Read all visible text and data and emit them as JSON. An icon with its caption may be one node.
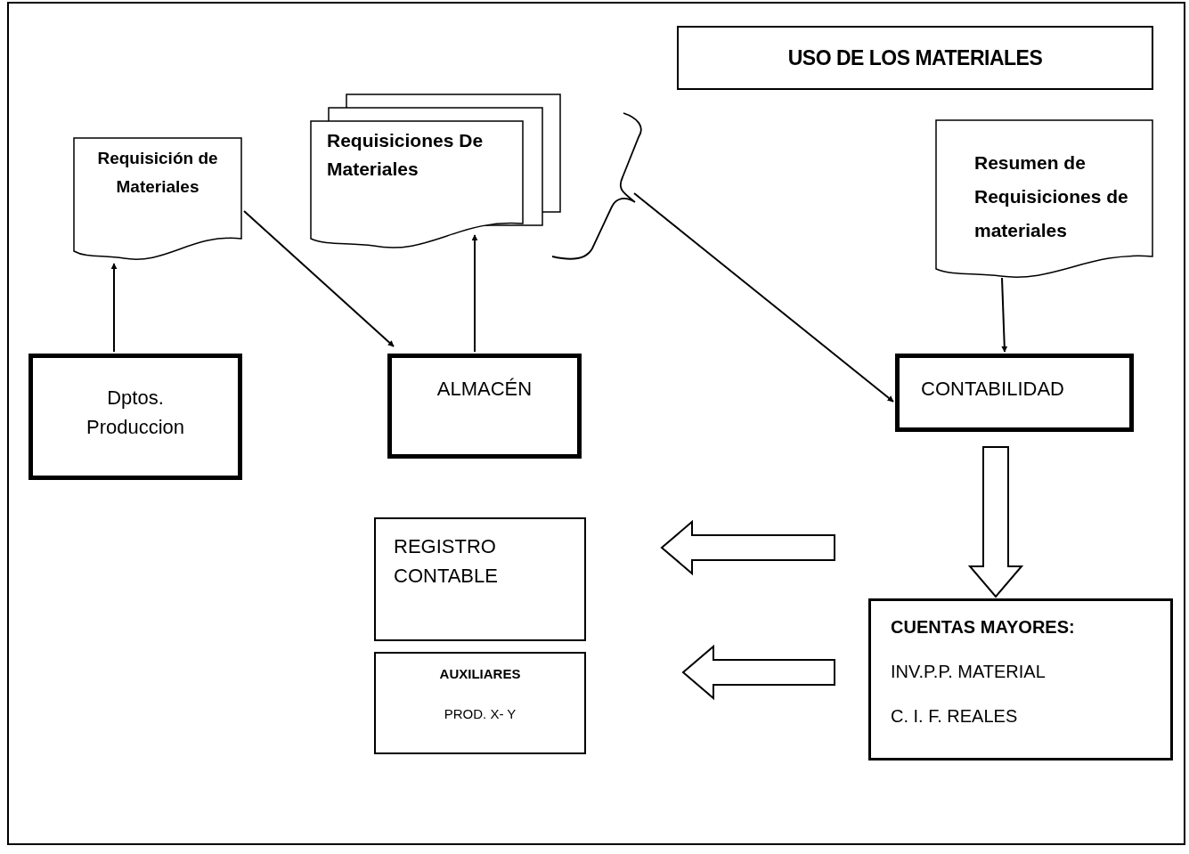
{
  "diagram": {
    "title": "USO DE LOS MATERIALES",
    "nodes": [
      {
        "text": [
          "Requisición de Materiales"
        ]
      },
      {
        "text": [
          "Requisiciones De Materiales"
        ]
      },
      {
        "text": [
          "Resumen de Requisiciones de materiales"
        ]
      },
      {
        "text": [
          "Dptos. Produccion"
        ]
      },
      {
        "text": [
          "ALMACÉN"
        ]
      },
      {
        "text": [
          "CONTABILIDAD"
        ]
      },
      {
        "text": [
          "REGISTRO CONTABLE"
        ]
      },
      {
        "text": [
          "AUXILIARES",
          "PROD. X- Y"
        ]
      },
      {
        "text": [
          "CUENTAS MAYORES:",
          "INV.P.P. MATERIAL",
          "C. I. F. REALES"
        ]
      }
    ],
    "edges": [
      {
        "from": 3,
        "to": 0,
        "arrow": "to"
      },
      {
        "from": 0,
        "to": 4,
        "arrow": "to"
      },
      {
        "from": 4,
        "to": 1,
        "arrow": "to"
      },
      {
        "from": 1,
        "to": 5,
        "arrow": "to"
      },
      {
        "from": 2,
        "to": 5,
        "arrow": "to"
      },
      {
        "from": 5,
        "to": 8,
        "arrow": "to",
        "style": "thick"
      },
      {
        "from": 8,
        "to": 6,
        "arrow": "to",
        "style": "thick"
      },
      {
        "from": 8,
        "to": 7,
        "arrow": "to",
        "style": "thick"
      }
    ]
  }
}
